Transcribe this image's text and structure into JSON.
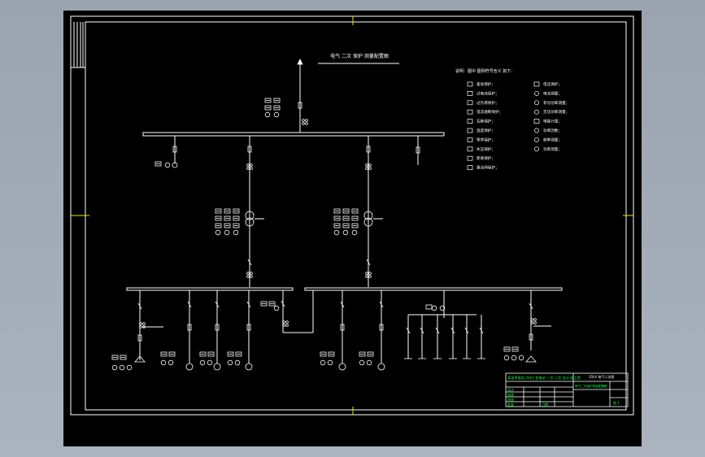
{
  "colors": {
    "canvas": "#000000",
    "line": "#ffffff",
    "titleblock": "#00ff3c",
    "background": "#a3acb8"
  },
  "drawing": {
    "title": "电气 二次 保护 测量配置图",
    "legend_header": "说明：图中 图例符号含义 如下：",
    "legend_left": [
      "差动保护；",
      "过电流保护；",
      "过负荷保护；",
      "电流速断保护；",
      "瓦斯保护；",
      "温度保护；",
      "零序保护；",
      "失压保护；",
      "距离保护；",
      "重合闸保护；"
    ],
    "legend_right": [
      "电压保护；",
      "电流测量；",
      "有功功率测量；",
      "无功功率测量；",
      "电能计量；",
      "功率因数；",
      "频率测量；",
      "功率测量；"
    ],
    "titleblock": {
      "company": "某某供电局 35kV 变电站 一次 二次 设计 施工图",
      "drawing_no": "35kV 电气二次图",
      "sheet": "图 1",
      "rows": [
        "设计",
        "校核",
        "审核",
        "批准",
        "日期"
      ],
      "name_label": "电气二次保护测量配置图"
    }
  }
}
